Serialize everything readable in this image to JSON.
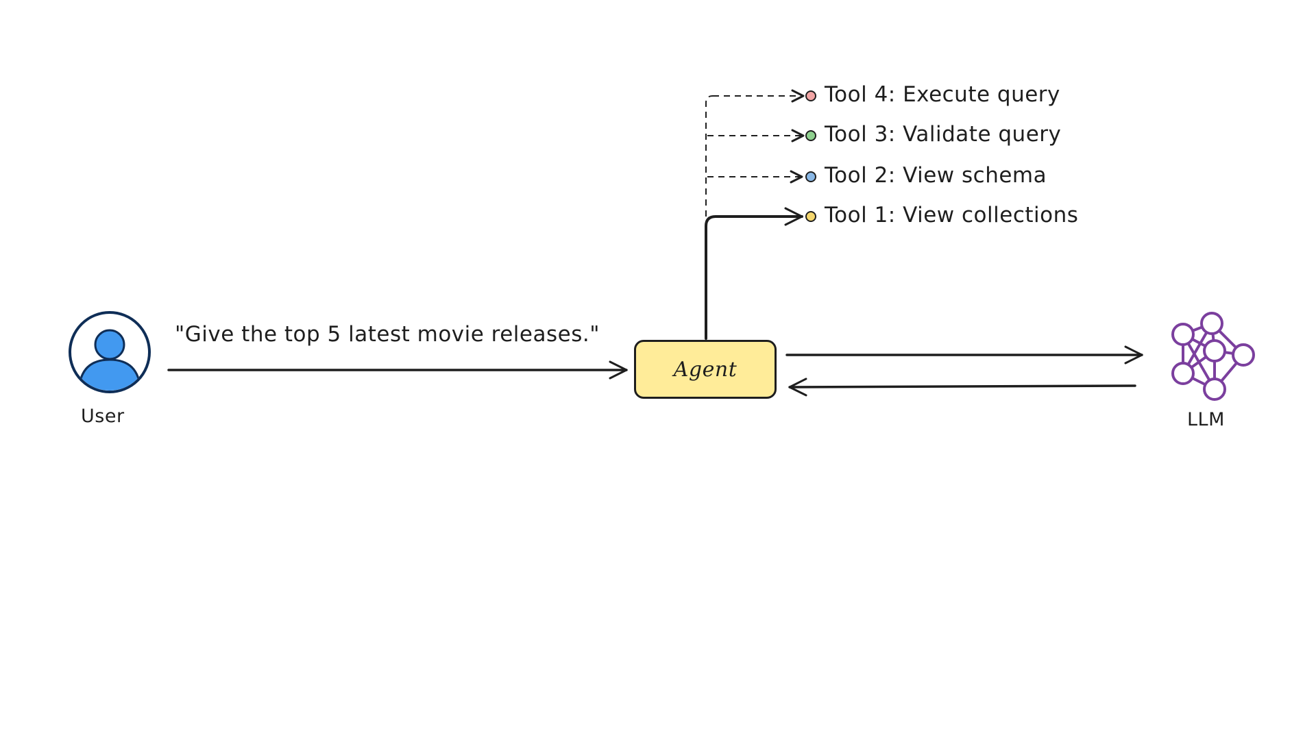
{
  "diagram": {
    "user": {
      "label": "User",
      "fill_color": "#4299f0",
      "stroke_color": "#0f2e57"
    },
    "query_text": "\"Give the top 5 latest movie releases.\"",
    "agent": {
      "label": "Agent",
      "fill_color": "#ffec99"
    },
    "llm": {
      "label": "LLM",
      "icon_color": "#7b3f9e"
    },
    "tools": [
      {
        "label": "Tool 4: Execute query",
        "dot_color": "#f2a5a5",
        "connector": "dashed"
      },
      {
        "label": "Tool 3: Validate query",
        "dot_color": "#8fd18f",
        "connector": "dashed"
      },
      {
        "label": "Tool 2: View schema",
        "dot_color": "#8ab8e6",
        "connector": "dashed"
      },
      {
        "label": "Tool 1: View collections",
        "dot_color": "#f5d76e",
        "connector": "solid"
      }
    ]
  }
}
